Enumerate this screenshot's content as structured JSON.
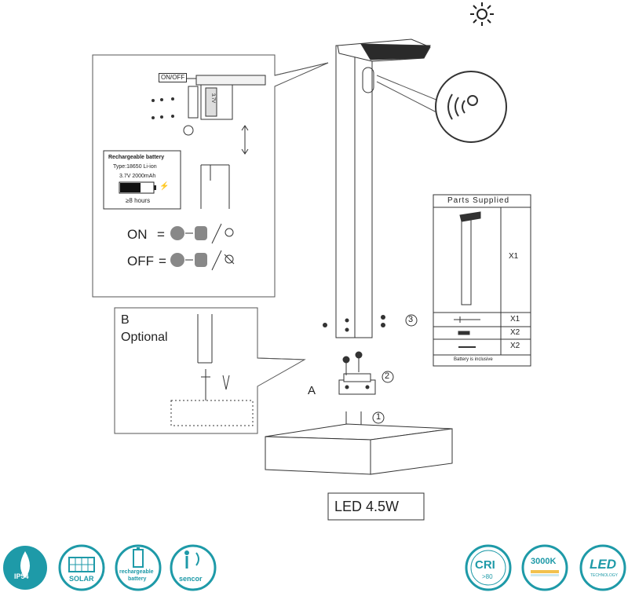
{
  "battery_panel": {
    "switch_label": "ON/OFF",
    "cell_text": "3.7V",
    "card_title": "Rechargeable battery",
    "card_type": "Type:18650 Li-ion",
    "card_spec": "3.7V 2000mAh",
    "card_hours": "≥8 hours",
    "on_label": "ON",
    "off_label": "OFF"
  },
  "option_b": {
    "letter": "B",
    "label": "Optional"
  },
  "steps": {
    "one": "1",
    "two": "2",
    "three": "3",
    "letter_a": "A"
  },
  "parts": {
    "title": "Parts Supplied",
    "rows": [
      {
        "qty": "X1"
      },
      {
        "qty": "X1"
      },
      {
        "qty": "X2"
      },
      {
        "qty": "X2"
      }
    ],
    "footer": "Battery is inclusive"
  },
  "power_label": "LED 4.5W",
  "badges": {
    "ip": "IP54",
    "solar": "SOLAR",
    "rechargeable_1": "rechargeable",
    "rechargeable_2": "battery",
    "sensor": "sencor",
    "cri": "CRI",
    "cri_value": ">80",
    "cct": "3000K",
    "led": "LED",
    "led_sub": "TECHNOLOGY"
  },
  "colors": {
    "teal": "#1e9aa8",
    "line": "#333333"
  }
}
